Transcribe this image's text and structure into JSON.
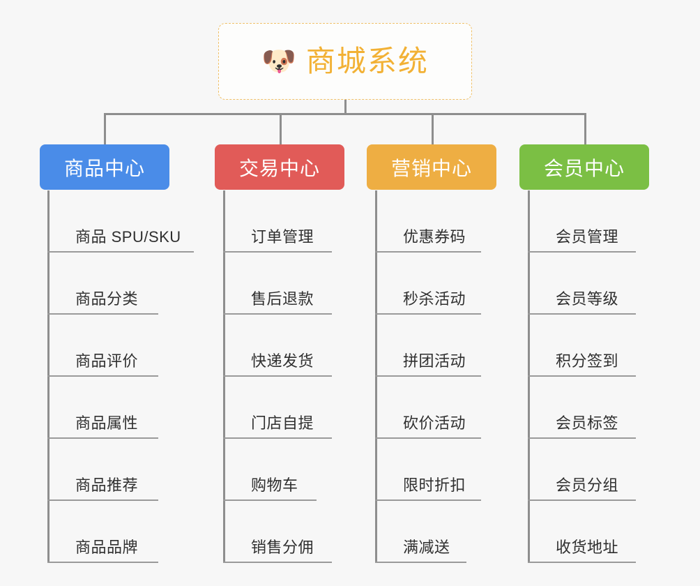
{
  "diagram": {
    "title": "商城系统",
    "type": "organizational-tree",
    "background_color": "#f7f7f7",
    "connector_color": "#8e8e8e",
    "root": {
      "label": "商城系统",
      "icon": "dog-face-icon",
      "icon_glyph": "🐶",
      "text_color": "#f2b135",
      "border_color": "#f0c068",
      "background_color": "#fdfdfc"
    },
    "categories": [
      {
        "label": "商品中心",
        "color": "#4a8ce8",
        "items": [
          "商品 SPU/SKU",
          "商品分类",
          "商品评价",
          "商品属性",
          "商品推荐",
          "商品品牌"
        ]
      },
      {
        "label": "交易中心",
        "color": "#e15b58",
        "items": [
          "订单管理",
          "售后退款",
          "快递发货",
          "门店自提",
          "购物车",
          "销售分佣"
        ]
      },
      {
        "label": "营销中心",
        "color": "#eeae43",
        "items": [
          "优惠券码",
          "秒杀活动",
          "拼团活动",
          "砍价活动",
          "限时折扣",
          "满减送"
        ]
      },
      {
        "label": "会员中心",
        "color": "#7bbf44",
        "items": [
          "会员管理",
          "会员等级",
          "积分签到",
          "会员标签",
          "会员分组",
          "收货地址"
        ]
      }
    ]
  }
}
